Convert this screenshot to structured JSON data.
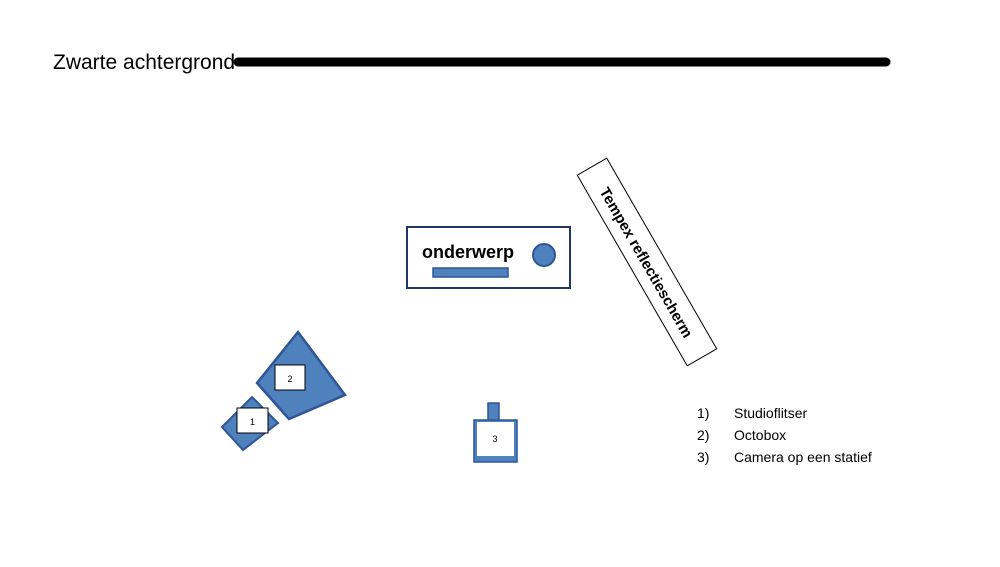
{
  "title": "Zwarte achtergrond",
  "subject_label": "onderwerp",
  "reflector_label": "Tempex reflectiescherm",
  "markers": {
    "flash": "1",
    "octobox": "2",
    "camera": "3"
  },
  "legend": [
    {
      "num": "1)",
      "text": "Studioflitser"
    },
    {
      "num": "2)",
      "text": "Octobox"
    },
    {
      "num": "3)",
      "text": "Camera op een statief"
    }
  ],
  "colors": {
    "fill": "#4F81BD",
    "stroke": "#2F5597",
    "black": "#000000"
  }
}
